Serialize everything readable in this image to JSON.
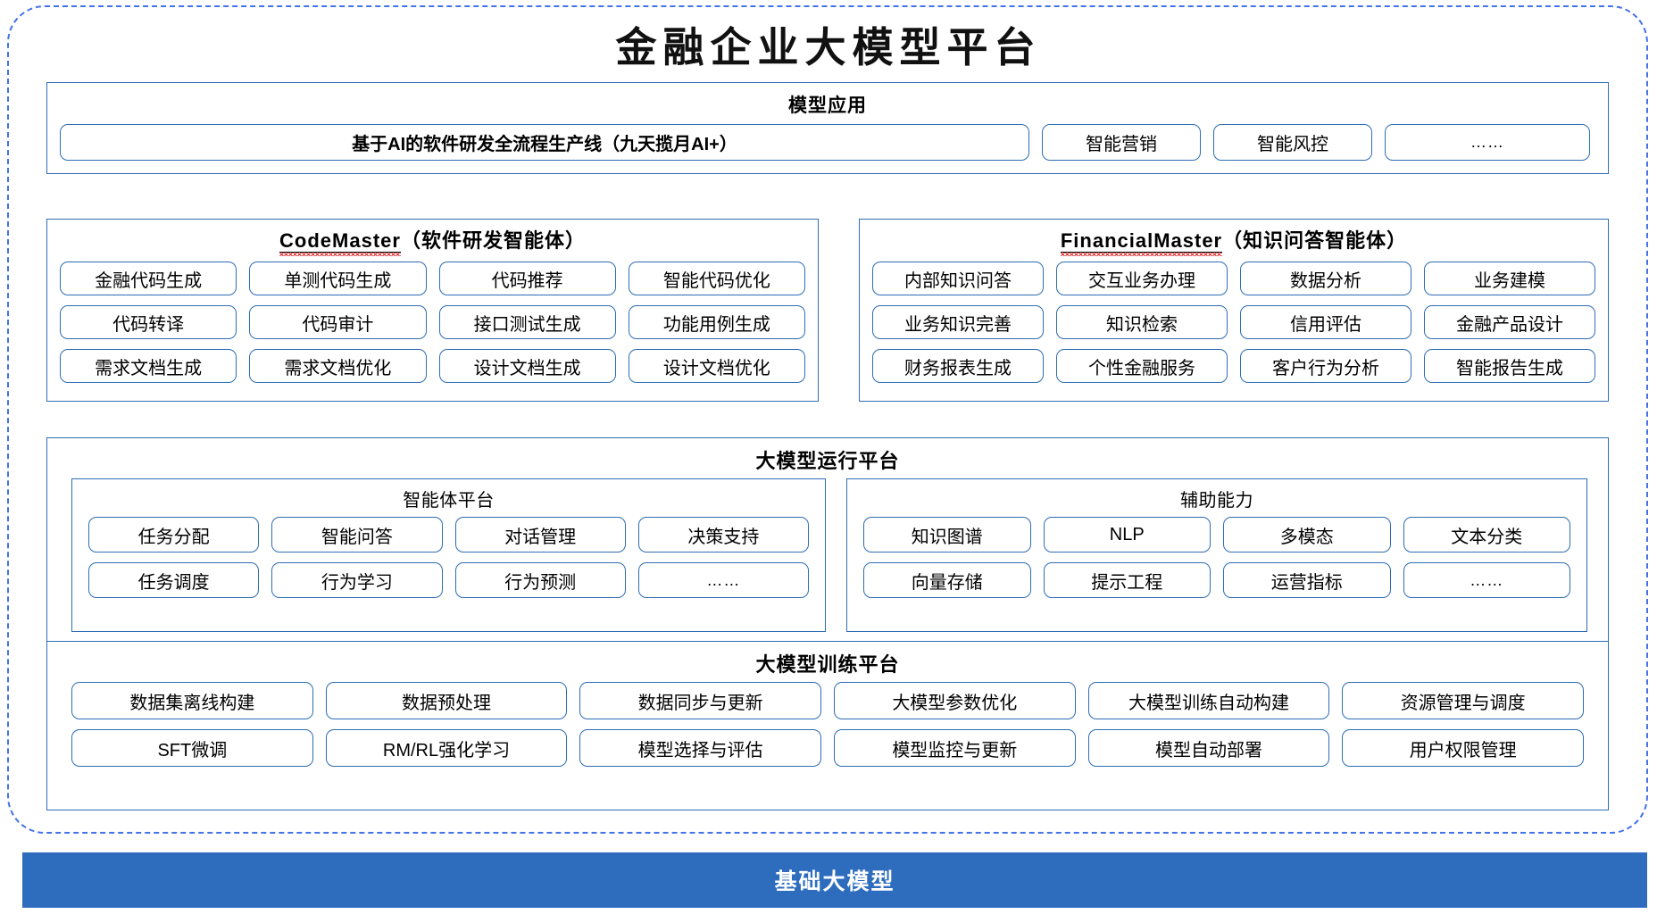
{
  "title": "金融企业大模型平台",
  "application_layer": {
    "title": "模型应用",
    "items": [
      "基于AI的软件研发全流程生产线（九天揽月AI+）",
      "智能营销",
      "智能风控",
      "……"
    ]
  },
  "agents": [
    {
      "name_en": "CodeMaster",
      "name_cn": "（软件研发智能体）",
      "items": [
        "金融代码生成",
        "单测代码生成",
        "代码推荐",
        "智能代码优化",
        "代码转译",
        "代码审计",
        "接口测试生成",
        "功能用例生成",
        "需求文档生成",
        "需求文档优化",
        "设计文档生成",
        "设计文档优化"
      ]
    },
    {
      "name_en": "FinancialMaster",
      "name_cn": "（知识问答智能体）",
      "items": [
        "内部知识问答",
        "交互业务办理",
        "数据分析",
        "业务建模",
        "业务知识完善",
        "知识检索",
        "信用评估",
        "金融产品设计",
        "财务报表生成",
        "个性金融服务",
        "客户行为分析",
        "智能报告生成"
      ]
    }
  ],
  "runtime_platform": {
    "title": "大模型运行平台",
    "sections": [
      {
        "title": "智能体平台",
        "items": [
          "任务分配",
          "智能问答",
          "对话管理",
          "决策支持",
          "任务调度",
          "行为学习",
          "行为预测",
          "……"
        ]
      },
      {
        "title": "辅助能力",
        "items": [
          "知识图谱",
          "NLP",
          "多模态",
          "文本分类",
          "向量存储",
          "提示工程",
          "运营指标",
          "……"
        ]
      }
    ]
  },
  "training_platform": {
    "title": "大模型训练平台",
    "items": [
      "数据集离线构建",
      "数据预处理",
      "数据同步与更新",
      "大模型参数优化",
      "大模型训练自动构建",
      "资源管理与调度",
      "SFT微调",
      "RM/RL强化学习",
      "模型选择与评估",
      "模型监控与更新",
      "模型自动部署",
      "用户权限管理"
    ]
  },
  "foundation": {
    "label": "基础大模型"
  },
  "colors": {
    "border_blue": "#2e6db4",
    "dashed_blue": "#4472e8",
    "bar_blue": "#2e6dbe",
    "spellcheck_red": "#e03131"
  }
}
